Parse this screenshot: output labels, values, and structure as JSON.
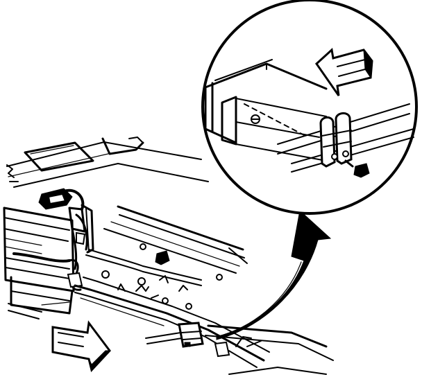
{
  "figure": {
    "caption": "",
    "colors": {
      "ink": "#000000",
      "paper": "#ffffff"
    },
    "icons": {
      "detail_view": "magnified-detail-circle",
      "leader": "curved-callout-arrow",
      "direction_front": "outline-arrow-down-right",
      "direction_detail": "outline-arrow-left"
    }
  }
}
